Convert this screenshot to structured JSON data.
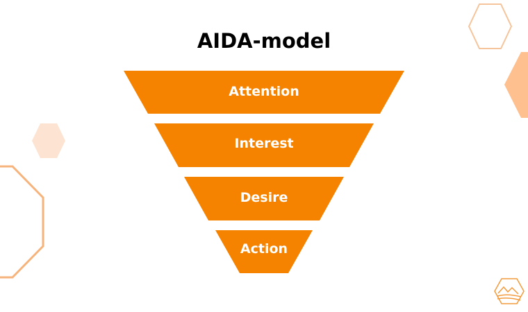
{
  "title": "AIDA-model",
  "stages": [
    {
      "label": "Attention"
    },
    {
      "label": "Interest"
    },
    {
      "label": "Desire"
    },
    {
      "label": "Action"
    }
  ],
  "colors": {
    "funnel": "#F58300",
    "hex_outline": "#F6B37C",
    "hex_fill": "#FDC08E",
    "hex_pale": "#FDE4D2"
  }
}
